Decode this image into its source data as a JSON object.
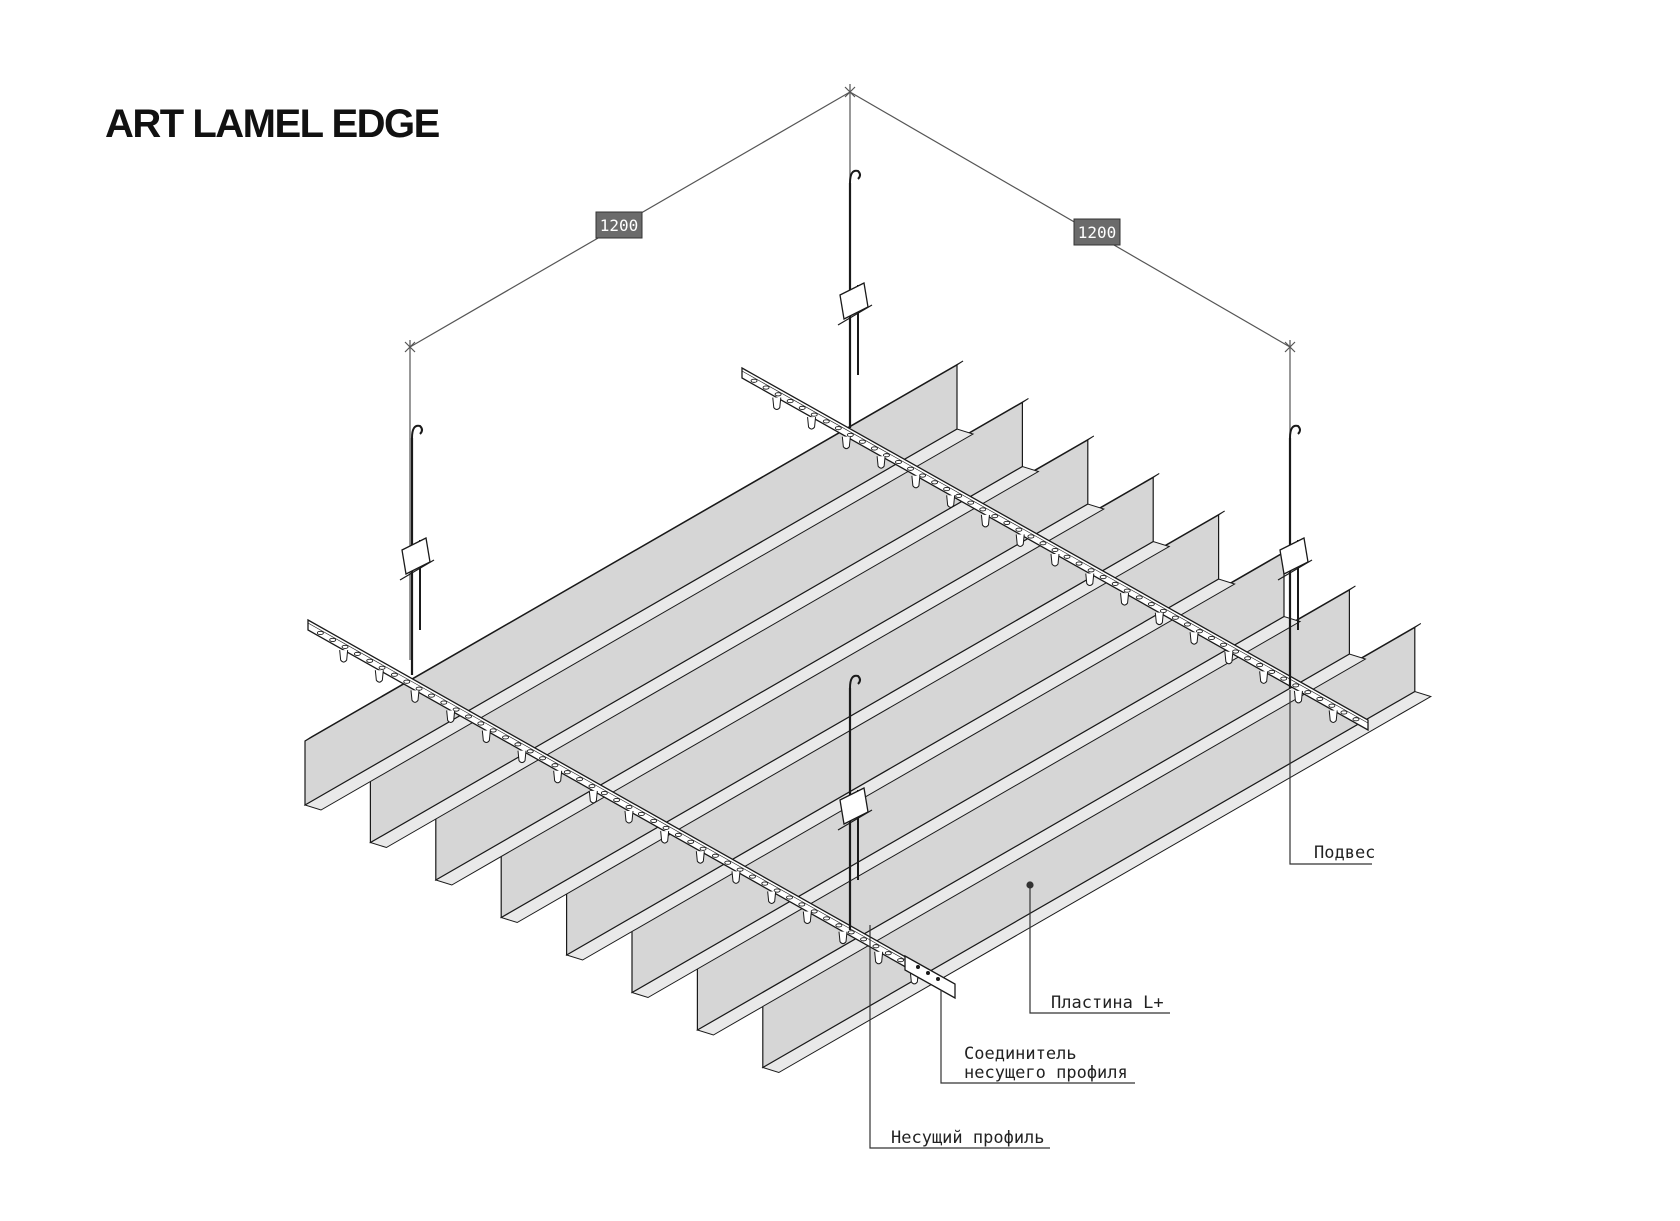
{
  "title": "ART LAMEL EDGE",
  "dimensions": {
    "left": "1200",
    "right": "1200"
  },
  "labels": {
    "suspension": "Подвес",
    "plate": "Пластина L+",
    "connector_line1": "Соединитель",
    "connector_line2": "несущего профиля",
    "carrier": "Несущий профиль"
  },
  "colors": {
    "line": "#1a1a1a",
    "panel_face": "#d6d6d6",
    "panel_top": "#e9e9e9",
    "panel_edge": "#bdbdbd",
    "dim_box": "#6b6b6b",
    "rail": "#ffffff"
  }
}
